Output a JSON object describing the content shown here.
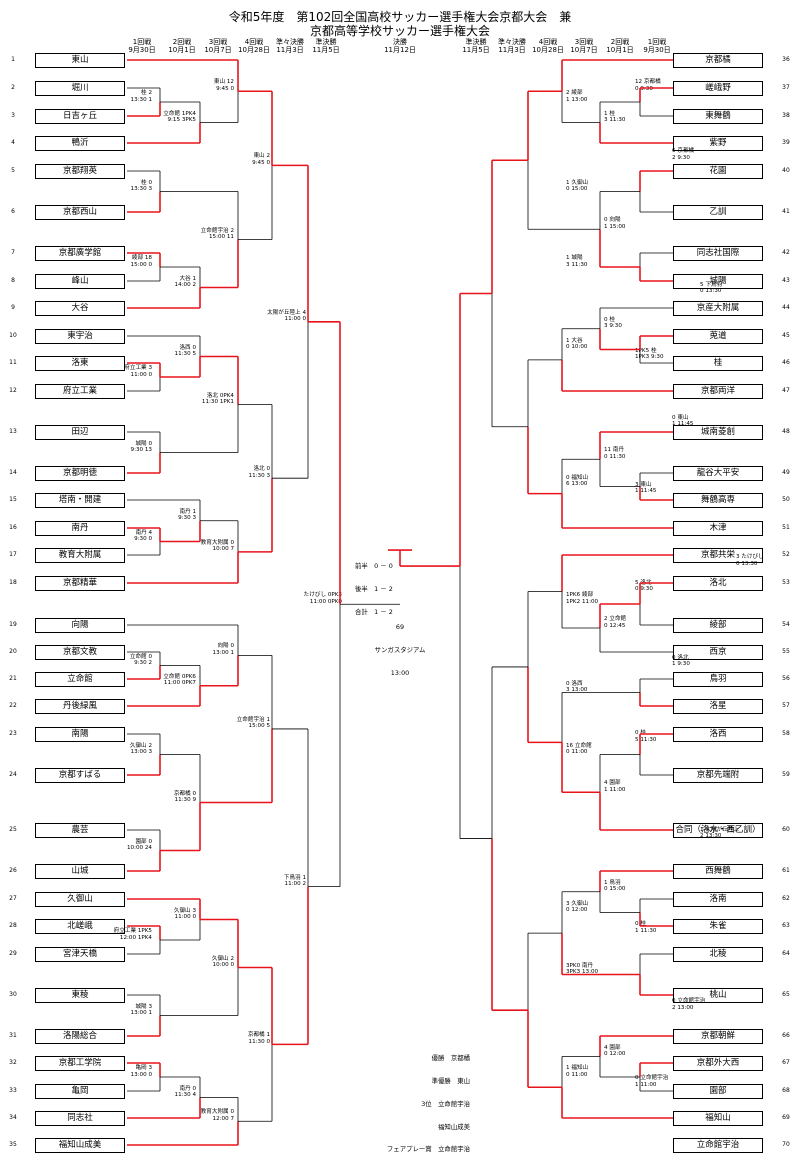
{
  "title_line1": "令和5年度　第102回全国高校サッカー選手権大会京都大会　兼",
  "title_line2": "京都高等学校サッカー選手権大会",
  "left_rounds": [
    {
      "name": "1回戦",
      "date": "9月30日"
    },
    {
      "name": "2回戦",
      "date": "10月1日"
    },
    {
      "name": "3回戦",
      "date": "10月7日"
    },
    {
      "name": "4回戦",
      "date": "10月28日"
    },
    {
      "name": "準々決勝",
      "date": "11月3日"
    },
    {
      "name": "準決勝",
      "date": "11月5日"
    }
  ],
  "final_round": {
    "name": "決勝",
    "date": "11月12日"
  },
  "right_rounds": [
    {
      "name": "準決勝",
      "date": "11月5日"
    },
    {
      "name": "準々決勝",
      "date": "11月3日"
    },
    {
      "name": "4回戦",
      "date": "10月28日"
    },
    {
      "name": "3回戦",
      "date": "10月7日"
    },
    {
      "name": "2回戦",
      "date": "10月1日"
    },
    {
      "name": "1回戦",
      "date": "9月30日"
    }
  ],
  "left_teams": [
    {
      "no": "1",
      "name": "東山"
    },
    {
      "no": "2",
      "name": "堀川"
    },
    {
      "no": "3",
      "name": "日吉ヶ丘"
    },
    {
      "no": "4",
      "name": "鴨沂"
    },
    {
      "no": "5",
      "name": "京都翔英"
    },
    {
      "no": "6",
      "name": "京都西山"
    },
    {
      "no": "7",
      "name": "京都廣学館"
    },
    {
      "no": "8",
      "name": "峰山"
    },
    {
      "no": "9",
      "name": "大谷"
    },
    {
      "no": "10",
      "name": "東宇治"
    },
    {
      "no": "11",
      "name": "洛東"
    },
    {
      "no": "12",
      "name": "府立工業"
    },
    {
      "no": "13",
      "name": "田辺"
    },
    {
      "no": "14",
      "name": "京都明徳"
    },
    {
      "no": "15",
      "name": "塔南・開建"
    },
    {
      "no": "16",
      "name": "南丹"
    },
    {
      "no": "17",
      "name": "教育大附属"
    },
    {
      "no": "18",
      "name": "京都精華"
    },
    {
      "no": "19",
      "name": "向陽"
    },
    {
      "no": "20",
      "name": "京都文教"
    },
    {
      "no": "21",
      "name": "立命館"
    },
    {
      "no": "22",
      "name": "丹後緑風"
    },
    {
      "no": "23",
      "name": "南陽"
    },
    {
      "no": "24",
      "name": "京都すばる"
    },
    {
      "no": "25",
      "name": "農芸"
    },
    {
      "no": "26",
      "name": "山城"
    },
    {
      "no": "27",
      "name": "久御山"
    },
    {
      "no": "28",
      "name": "北嵯峨"
    },
    {
      "no": "29",
      "name": "宮津天橋"
    },
    {
      "no": "30",
      "name": "東稜"
    },
    {
      "no": "31",
      "name": "洛陽総合"
    },
    {
      "no": "32",
      "name": "京都工学院"
    },
    {
      "no": "33",
      "name": "亀岡"
    },
    {
      "no": "34",
      "name": "同志社"
    },
    {
      "no": "35",
      "name": "福知山成美"
    }
  ],
  "right_teams": [
    {
      "no": "36",
      "name": "京都橘"
    },
    {
      "no": "37",
      "name": "嵯峨野"
    },
    {
      "no": "38",
      "name": "東舞鶴"
    },
    {
      "no": "39",
      "name": "紫野"
    },
    {
      "no": "40",
      "name": "花園"
    },
    {
      "no": "41",
      "name": "乙訓"
    },
    {
      "no": "42",
      "name": "同志社国際"
    },
    {
      "no": "43",
      "name": "城陽"
    },
    {
      "no": "44",
      "name": "京産大附属"
    },
    {
      "no": "45",
      "name": "莵道"
    },
    {
      "no": "46",
      "name": "桂"
    },
    {
      "no": "47",
      "name": "京都両洋"
    },
    {
      "no": "48",
      "name": "城南菱創"
    },
    {
      "no": "49",
      "name": "龍谷大平安"
    },
    {
      "no": "50",
      "name": "舞鶴高専"
    },
    {
      "no": "51",
      "name": "木津"
    },
    {
      "no": "52",
      "name": "京都共栄"
    },
    {
      "no": "53",
      "name": "洛北"
    },
    {
      "no": "54",
      "name": "綾部"
    },
    {
      "no": "55",
      "name": "西京"
    },
    {
      "no": "56",
      "name": "鳥羽"
    },
    {
      "no": "57",
      "name": "洛星"
    },
    {
      "no": "58",
      "name": "洛西"
    },
    {
      "no": "59",
      "name": "京都先端附"
    },
    {
      "no": "60",
      "name": "合同（洛水・西乙訓）"
    },
    {
      "no": "61",
      "name": "西舞鶴"
    },
    {
      "no": "62",
      "name": "洛南"
    },
    {
      "no": "63",
      "name": "朱雀"
    },
    {
      "no": "64",
      "name": "北稜"
    },
    {
      "no": "65",
      "name": "桃山"
    },
    {
      "no": "66",
      "name": "京都朝鮮"
    },
    {
      "no": "67",
      "name": "京都外大西"
    },
    {
      "no": "68",
      "name": "園部"
    },
    {
      "no": "69",
      "name": "福知山"
    },
    {
      "no": "70",
      "name": "立命館宇治"
    }
  ],
  "scores": {
    "L1": [
      "桂",
      "13:30",
      "2",
      "1"
    ],
    "L2": [
      "立命館",
      "9:15",
      "1PK4",
      "3PK5"
    ],
    "L3": [
      "東山",
      "9:45",
      "12",
      "0"
    ],
    "L4": [
      "桂",
      "13:30",
      "0",
      "3"
    ],
    "L5": [
      "綾部",
      "15:00",
      "18",
      "0"
    ],
    "L6": [
      "大谷",
      "14:00",
      "1",
      "2"
    ],
    "L7": [
      "立命館宇治",
      "15:00",
      "2",
      "11"
    ],
    "L8": [
      "東山",
      "9:45",
      "2",
      "0"
    ],
    "L9": [
      "府立工業",
      "11:00",
      "3",
      "0"
    ],
    "L10": [
      "洛西",
      "11:30",
      "0",
      "5"
    ],
    "L11": [
      "城陽",
      "9:30",
      "0",
      "13"
    ],
    "L12": [
      "洛北",
      "11:30",
      "0PK4",
      "1PK1"
    ],
    "L13": [
      "南丹",
      "9:30",
      "4",
      "0"
    ],
    "L14": [
      "南丹",
      "9:30",
      "1",
      "3"
    ],
    "L15": [
      "教育大附属",
      "10:00",
      "0",
      "7"
    ],
    "L16": [
      "洛北",
      "11:30",
      "0",
      "3"
    ],
    "L17": [
      "太陽が丘陸上",
      "11:00",
      "4",
      "0"
    ],
    "L18": [
      "立命館",
      "9:30",
      "0",
      "2"
    ],
    "L19": [
      "立命館",
      "11:00",
      "0PK6",
      "0PK7"
    ],
    "L20": [
      "向陽",
      "13:00",
      "0",
      "1"
    ],
    "L21": [
      "久御山",
      "13:00",
      "2",
      "3"
    ],
    "L22": [
      "園部",
      "10:00",
      "0",
      "24"
    ],
    "L23": [
      "立命館宇治",
      "15:00",
      "1",
      "5"
    ],
    "L24": [
      "京都橘",
      "11:30",
      "0",
      "9"
    ],
    "L25": [
      "府立工業",
      "12:00",
      "1PK5",
      "1PK4"
    ],
    "L26": [
      "久御山",
      "11:00",
      "3",
      "0"
    ],
    "L27": [
      "城陽",
      "13:00",
      "3",
      "1"
    ],
    "L28": [
      "久御山",
      "10:00",
      "2",
      "0"
    ],
    "L29": [
      "亀岡",
      "13:00",
      "3",
      "0"
    ],
    "L30": [
      "南丹",
      "11:30",
      "0",
      "4"
    ],
    "L31": [
      "教育大附属",
      "12:00",
      "0",
      "7"
    ],
    "L32": [
      "京都橘",
      "11:30",
      "1",
      "0"
    ],
    "L33": [
      "下鳥羽",
      "11:00",
      "1",
      "2"
    ],
    "LSF": [
      "たけびし",
      "11:00",
      "0PK3",
      "0PK0"
    ],
    "R1": [
      "綾部",
      "13:00",
      "2",
      "1"
    ],
    "R2": [
      "桂",
      "11:30",
      "1",
      "3"
    ],
    "R3": [
      "京都橘",
      "9:30",
      "12",
      "0"
    ],
    "R4": [
      "久御山",
      "15:00",
      "1",
      "0"
    ],
    "R5": [
      "城陽",
      "11:30",
      "1",
      "3"
    ],
    "R6": [
      "向陽",
      "15:00",
      "0",
      "1"
    ],
    "R7": [
      "京都橘",
      "9:30",
      "6",
      "2"
    ],
    "R8": [
      "桂",
      "9:30",
      "0",
      "3"
    ],
    "R9": [
      "大谷",
      "10:00",
      "1",
      "0"
    ],
    "R10": [
      "桂",
      "9:30",
      "1PK5",
      "1PK3"
    ],
    "R11": [
      "南丹",
      "11:30",
      "11",
      "0"
    ],
    "R12": [
      "福知山",
      "13:00",
      "0",
      "6"
    ],
    "R13": [
      "東山",
      "11:45",
      "3",
      "1"
    ],
    "R14": [
      "東山",
      "11:45",
      "0",
      "1"
    ],
    "R15": [
      "下鳥羽",
      "13:30",
      "5",
      "0"
    ],
    "R16": [
      "綾部",
      "11:00",
      "1PK6",
      "1PK2"
    ],
    "R17": [
      "洛北",
      "9:30",
      "5",
      "0"
    ],
    "R18": [
      "立命館",
      "12:45",
      "2",
      "0"
    ],
    "R19": [
      "洛西",
      "13:00",
      "0",
      "3"
    ],
    "R20": [
      "立命館",
      "11:00",
      "16",
      "0"
    ],
    "R21": [
      "園部",
      "11:00",
      "4",
      "1"
    ],
    "R22": [
      "洛北",
      "9:30",
      "0",
      "1"
    ],
    "R23": [
      "桂",
      "11:30",
      "0",
      "5"
    ],
    "R24": [
      "鳥羽",
      "15:00",
      "1",
      "0"
    ],
    "R25": [
      "桂",
      "11:30",
      "0",
      "1"
    ],
    "R26": [
      "久御山",
      "12:00",
      "3",
      "0"
    ],
    "R27": [
      "南丹",
      "13:00",
      "3PK0",
      "3PK3"
    ],
    "R28": [
      "園部",
      "12:00",
      "4",
      "0"
    ],
    "R29": [
      "福知山",
      "11:00",
      "1",
      "0"
    ],
    "R30": [
      "立命館宇治",
      "11:00",
      "0",
      "1"
    ],
    "R31": [
      "立命館宇治",
      "13:00",
      "0",
      "2"
    ],
    "R32": [
      "太陽が丘陸上",
      "13:30",
      "1",
      "2"
    ],
    "RSF": [
      "たけびし",
      "13:30",
      "3",
      "0"
    ]
  },
  "final": {
    "halves": [
      {
        "label": "前半",
        "a": "0",
        "sep": "－",
        "b": "0"
      },
      {
        "label": "後半",
        "a": "1",
        "sep": "－",
        "b": "2"
      },
      {
        "label": "合計",
        "a": "1",
        "sep": "－",
        "b": "2"
      }
    ],
    "match_no": "69",
    "venue": "サンガスタジアム",
    "time": "13:00"
  },
  "awards": [
    {
      "label": "優勝",
      "value": "京都橘"
    },
    {
      "label": "準優勝",
      "value": "東山"
    },
    {
      "label": "3位",
      "value": "立命館宇治"
    },
    {
      "label": "",
      "value": "福知山成美"
    },
    {
      "label": "フェアプレー賞",
      "value": "立命館宇治"
    }
  ],
  "colors": {
    "winner": "#e8141c",
    "line": "#000000"
  }
}
